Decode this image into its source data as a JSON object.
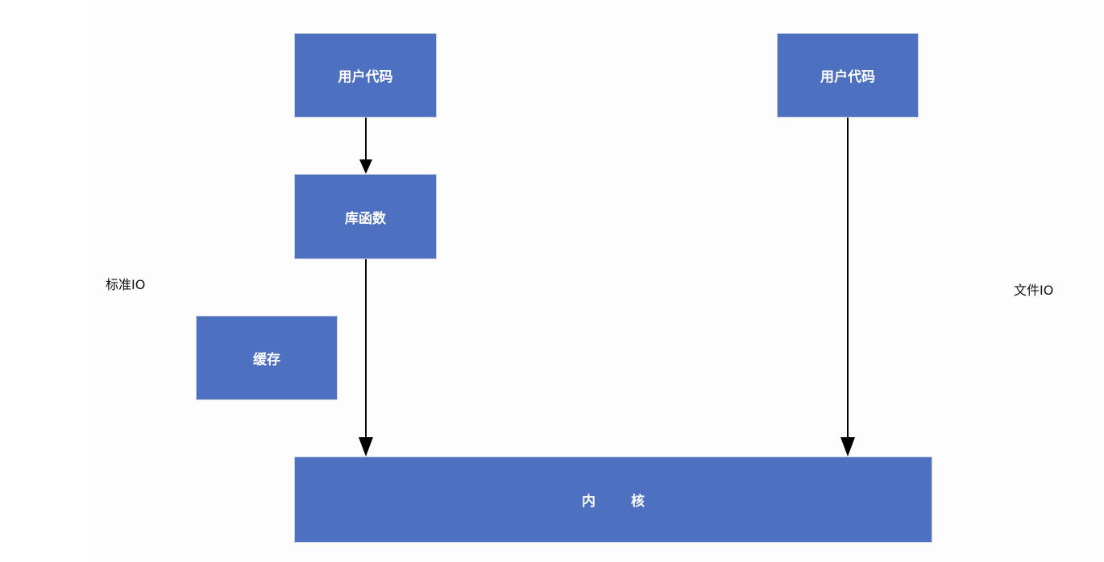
{
  "nodes": {
    "user_code_left": "用户代码",
    "library_functions": "库函数",
    "cache": "缓存",
    "user_code_right": "用户代码",
    "kernel_part1": "内",
    "kernel_part2": "核"
  },
  "labels": {
    "standard_io": "标准IO",
    "file_io": "文件IO"
  },
  "colors": {
    "box_fill": "#4e70c0",
    "box_text": "#ffffff",
    "arrow": "#000000"
  }
}
